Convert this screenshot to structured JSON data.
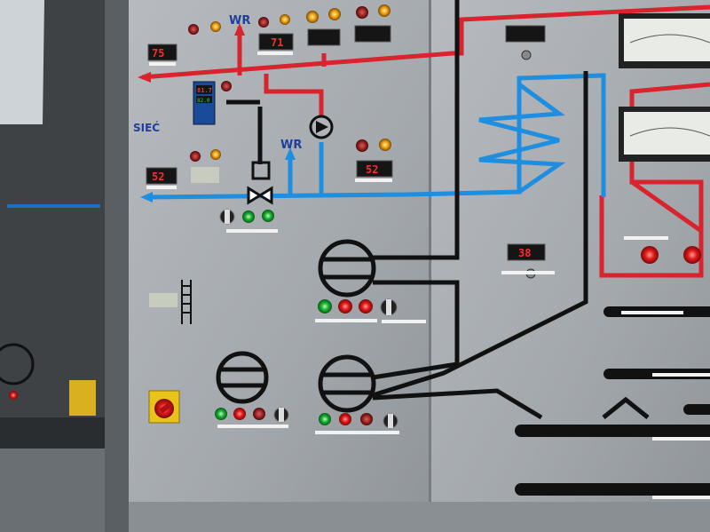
{
  "labels": {
    "wr_top": "WR",
    "wr_mid": "WR",
    "siec": "SIEĆ"
  },
  "readouts": {
    "r1": "75",
    "r2": "71",
    "r3": "52",
    "r4": "52",
    "r5": "38",
    "controller_top": "81.7",
    "controller_bottom": "82.0"
  },
  "colors": {
    "panel": "#a9adb1",
    "red_line": "#d9232d",
    "blue_line": "#1e8fe0",
    "black_line": "#111111",
    "lamp_red": "#e01818",
    "lamp_green": "#18b030",
    "lamp_amber": "#f0a010"
  },
  "icons": [
    "pump-symbol",
    "valve-symbol",
    "fan-symbol",
    "heat-exchanger-symbol",
    "emergency-stop-button",
    "gauge-meter"
  ]
}
